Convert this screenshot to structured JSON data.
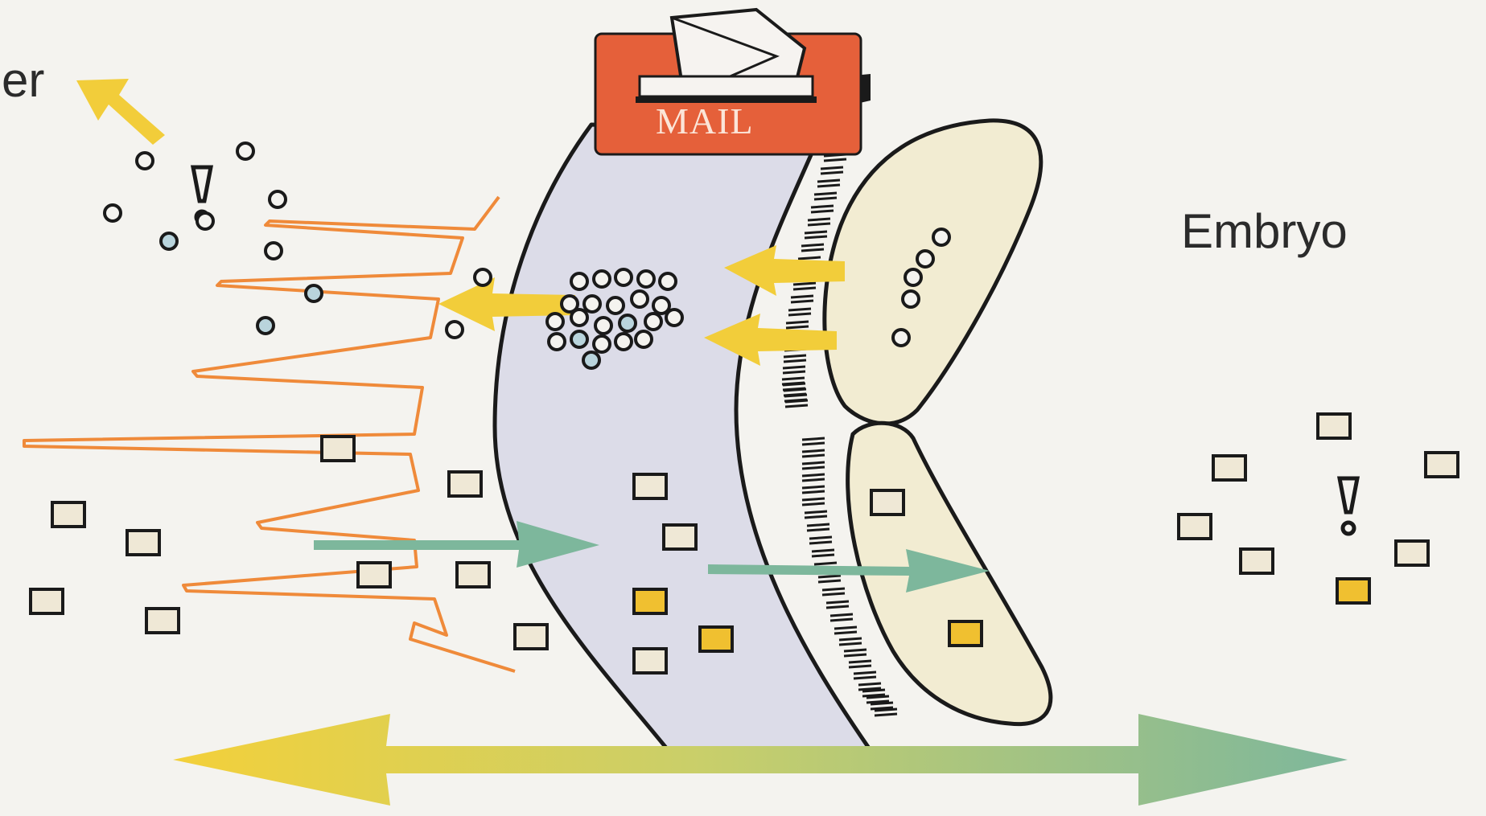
{
  "labels": {
    "left_partial": "er",
    "right": "Embryo",
    "mail": "MAIL"
  },
  "colors": {
    "background": "#f4f3ef",
    "mail_box": "#e5603a",
    "yellow_arrow": "#f2cd3a",
    "green_arrow": "#7db79c",
    "orange_wave": "#ef8a3a",
    "epithelium_band": "#dcdce8",
    "embryo_cell": "#f2ecd2",
    "filled_square": "#f0c030",
    "light_square": "#efe8d6",
    "dot_fill": "#b9d4dc"
  },
  "icons": {
    "mail": "mailbox-with-envelope-icon",
    "signal_left": "exclamation-signal-icon",
    "signal_right": "exclamation-signal-icon"
  }
}
